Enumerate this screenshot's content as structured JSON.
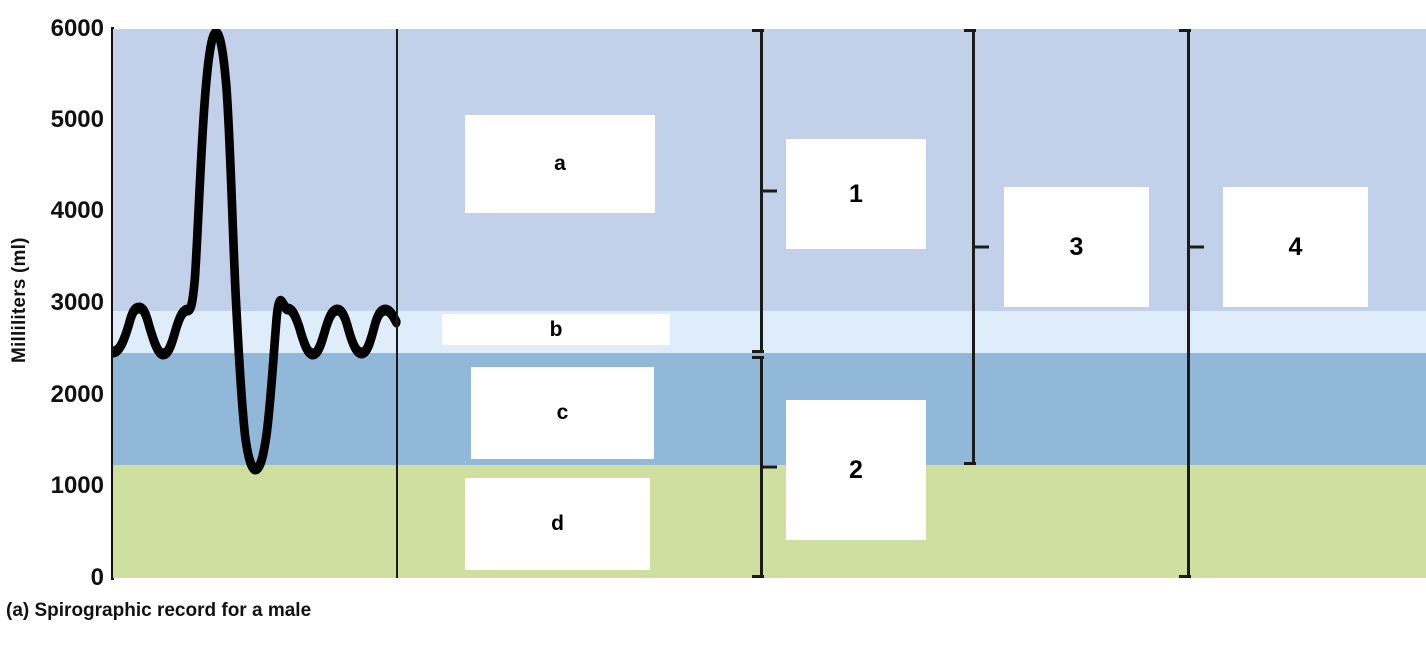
{
  "figure": {
    "caption": "(a) Spirographic record for a male",
    "y_axis_title": "Milliliters (ml)"
  },
  "chart_data": {
    "type": "line",
    "title": "(a) Spirographic record for a male",
    "xlabel": "",
    "ylabel": "Milliliters (ml)",
    "ylim": [
      0,
      6000
    ],
    "yticks": [
      0,
      1000,
      2000,
      3000,
      4000,
      5000,
      6000
    ],
    "ytick_labels": [
      "0",
      "1000",
      "2000",
      "3000",
      "4000",
      "5000",
      "6000"
    ],
    "grid": false,
    "legend": "none",
    "series": [
      {
        "name": "spirogram-trace",
        "description": "Lung volume trace: quiet tidal breathing, one maximal inspiration to 6000 ml, one maximal expiration to 1200 ml, then return to tidal breathing.",
        "points_ml": [
          {
            "t": 0.0,
            "v": 2500
          },
          {
            "t": 0.04,
            "v": 2900
          },
          {
            "t": 0.09,
            "v": 2480
          },
          {
            "t": 0.13,
            "v": 2900
          },
          {
            "t": 0.18,
            "v": 6000
          },
          {
            "t": 0.26,
            "v": 2900
          },
          {
            "t": 0.31,
            "v": 1200
          },
          {
            "t": 0.38,
            "v": 2900
          },
          {
            "t": 0.43,
            "v": 2450
          },
          {
            "t": 0.48,
            "v": 2900
          },
          {
            "t": 0.52,
            "v": 2850
          }
        ]
      }
    ],
    "volume_bands": [
      {
        "id": "band-inspiratory-reserve",
        "label": "a",
        "from_ml": 2900,
        "to_ml": 6000,
        "color": "#c3d0ea"
      },
      {
        "id": "band-tidal-volume",
        "label": "b",
        "from_ml": 2450,
        "to_ml": 2900,
        "color": "#dfecfa"
      },
      {
        "id": "band-expiratory-reserve",
        "label": "c",
        "from_ml": 1230,
        "to_ml": 2450,
        "color": "#91b8d8"
      },
      {
        "id": "band-residual-volume",
        "label": "d",
        "from_ml": 0,
        "to_ml": 1230,
        "color": "#cfdfa0"
      }
    ],
    "capacity_brackets": [
      {
        "id": "bracket-1",
        "label": "1",
        "from_ml": 2450,
        "to_ml": 6000
      },
      {
        "id": "bracket-2",
        "label": "2",
        "from_ml": 0,
        "to_ml": 2450
      },
      {
        "id": "bracket-3",
        "label": "3",
        "from_ml": 1230,
        "to_ml": 6000
      },
      {
        "id": "bracket-4",
        "label": "4",
        "from_ml": 0,
        "to_ml": 6000
      }
    ]
  },
  "bands": [
    {
      "label": "a",
      "color": "#c3d0ea"
    },
    {
      "label": "b",
      "color": "#dfecfa"
    },
    {
      "label": "c",
      "color": "#91b8d8"
    },
    {
      "label": "d",
      "color": "#cfdfa0"
    }
  ],
  "band_labels": {
    "a": "a",
    "b": "b",
    "c": "c",
    "d": "d"
  },
  "bracket_labels": {
    "one": "1",
    "two": "2",
    "three": "3",
    "four": "4"
  },
  "y_ticks": [
    {
      "value": "6000"
    },
    {
      "value": "5000"
    },
    {
      "value": "4000"
    },
    {
      "value": "3000"
    },
    {
      "value": "2000"
    },
    {
      "value": "1000"
    },
    {
      "value": "0"
    }
  ],
  "colors": {
    "band_a": "#c3d0ea",
    "band_b": "#dfecfa",
    "band_c": "#91b8d8",
    "band_d": "#cfdfa0",
    "trace": "#000000",
    "axis": "#111111",
    "box_fill": "#ffffff"
  }
}
